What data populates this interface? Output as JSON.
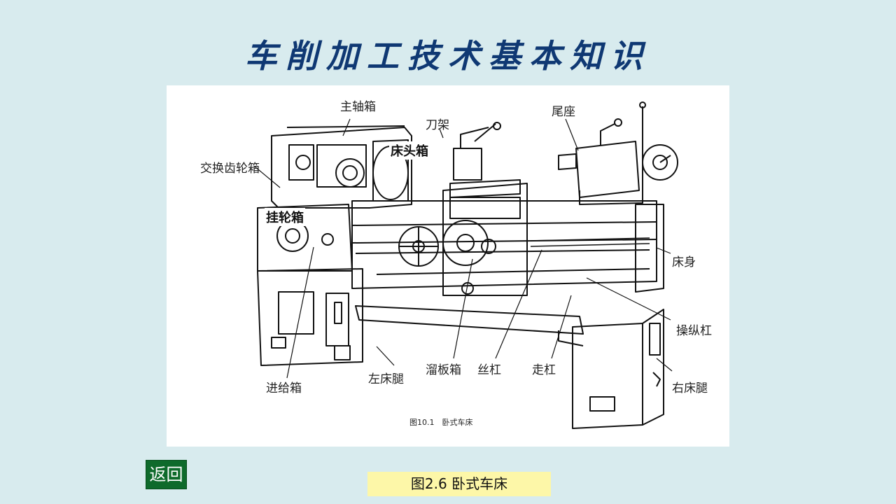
{
  "title": "车削加工技术基本知识",
  "figure": {
    "labels": {
      "spindle_box": "主轴箱",
      "tool_post": "刀架",
      "tailstock": "尾座",
      "change_gear_box": "交换齿轮箱",
      "headstock_box": "床头箱",
      "hanging_gear_box": "挂轮箱",
      "bed": "床身",
      "control_rod": "操纵杠",
      "right_leg": "右床腿",
      "feed_rod": "走杠",
      "lead_screw": "丝杠",
      "apron": "溜板箱",
      "left_leg": "左床腿",
      "feed_box": "进给箱"
    },
    "inner_caption": "图10.1　卧式车床"
  },
  "back_button": "返回",
  "caption": "图2.6  卧式车床"
}
